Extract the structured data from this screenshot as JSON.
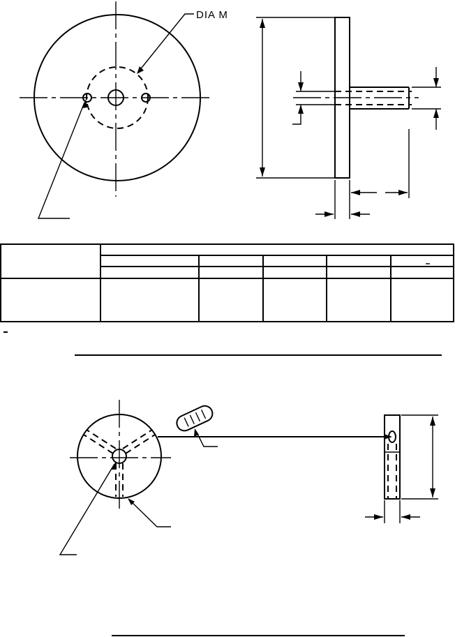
{
  "drawing": {
    "upper_view": {
      "callout_label": "DIA M"
    },
    "table": {
      "header_rows": 3,
      "value_columns": 5,
      "footnote_mark": "-"
    }
  }
}
